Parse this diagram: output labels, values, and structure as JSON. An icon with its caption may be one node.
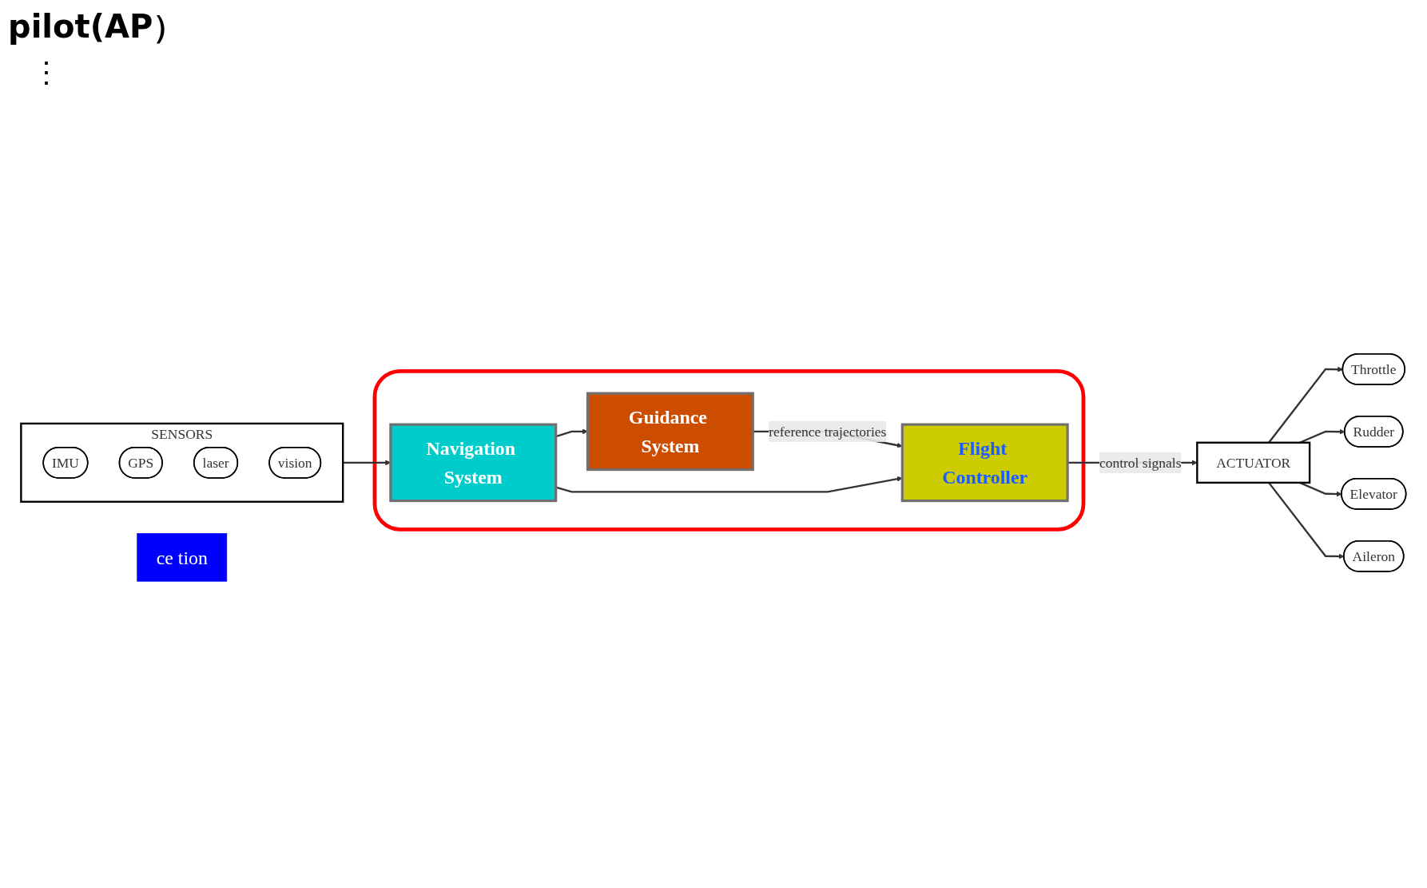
{
  "diagram": {
    "title": "pilot(AP）",
    "nodes": [
      {
        "text": [
          "SENSORS"
        ]
      },
      {
        "text": [
          "IMU"
        ],
        "in": 0
      },
      {
        "text": [
          "GPS"
        ],
        "in": 0
      },
      {
        "text": [
          "laser"
        ],
        "in": 0
      },
      {
        "text": [
          "vision"
        ],
        "in": 0
      },
      {
        "text": [],
        "shape": "box"
      },
      {
        "text": [
          "Guidance System"
        ],
        "in": 5
      },
      {
        "text": [
          "Navigation System"
        ],
        "in": 5
      },
      {
        "text": [
          "Flight Controller"
        ],
        "in": 5
      },
      {
        "text": [
          "ACTUATOR"
        ]
      },
      {
        "text": [
          "Throttle"
        ]
      },
      {
        "text": [
          "Rudder"
        ]
      },
      {
        "text": [
          "Elevator"
        ]
      },
      {
        "text": [
          "Aileron"
        ]
      },
      {
        "text": [
          "ce tion"
        ]
      }
    ],
    "edges": [
      {
        "from": 0,
        "to": 7,
        "arrow": "to"
      },
      {
        "from": 7,
        "to": 6,
        "arrow": "to"
      },
      {
        "from": 6,
        "to": 8,
        "label": "reference trajectories",
        "arrow": "to"
      },
      {
        "from": 7,
        "to": 8,
        "arrow": "to"
      },
      {
        "from": 8,
        "to": 9,
        "label": "control signals",
        "arrow": "to"
      },
      {
        "from": 9,
        "to": 10,
        "arrow": "to"
      },
      {
        "from": 9,
        "to": 11,
        "arrow": "to"
      },
      {
        "from": 9,
        "to": 12,
        "arrow": "to"
      },
      {
        "from": 9,
        "to": 13,
        "arrow": "to"
      }
    ],
    "labels": [
      "⋮"
    ]
  }
}
